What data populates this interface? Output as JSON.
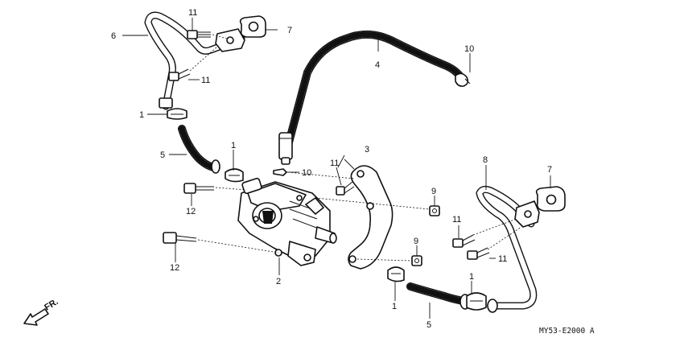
{
  "callouts": {
    "c1a": "1",
    "c1b": "1",
    "c1c": "1",
    "c1d": "1",
    "c2": "2",
    "c3": "3",
    "c4": "4",
    "c5a": "5",
    "c5b": "5",
    "c6": "6",
    "c7a": "7",
    "c7b": "7",
    "c8": "8",
    "c9a": "9",
    "c9b": "9",
    "c10a": "10",
    "c10b": "10",
    "c11a": "11",
    "c11b": "11",
    "c11c": "11",
    "c11d": "11",
    "c11e": "11",
    "c12a": "12",
    "c12b": "12"
  },
  "footer": {
    "diagram_code": "MY53-E2000 A",
    "direction_label": "FR."
  }
}
